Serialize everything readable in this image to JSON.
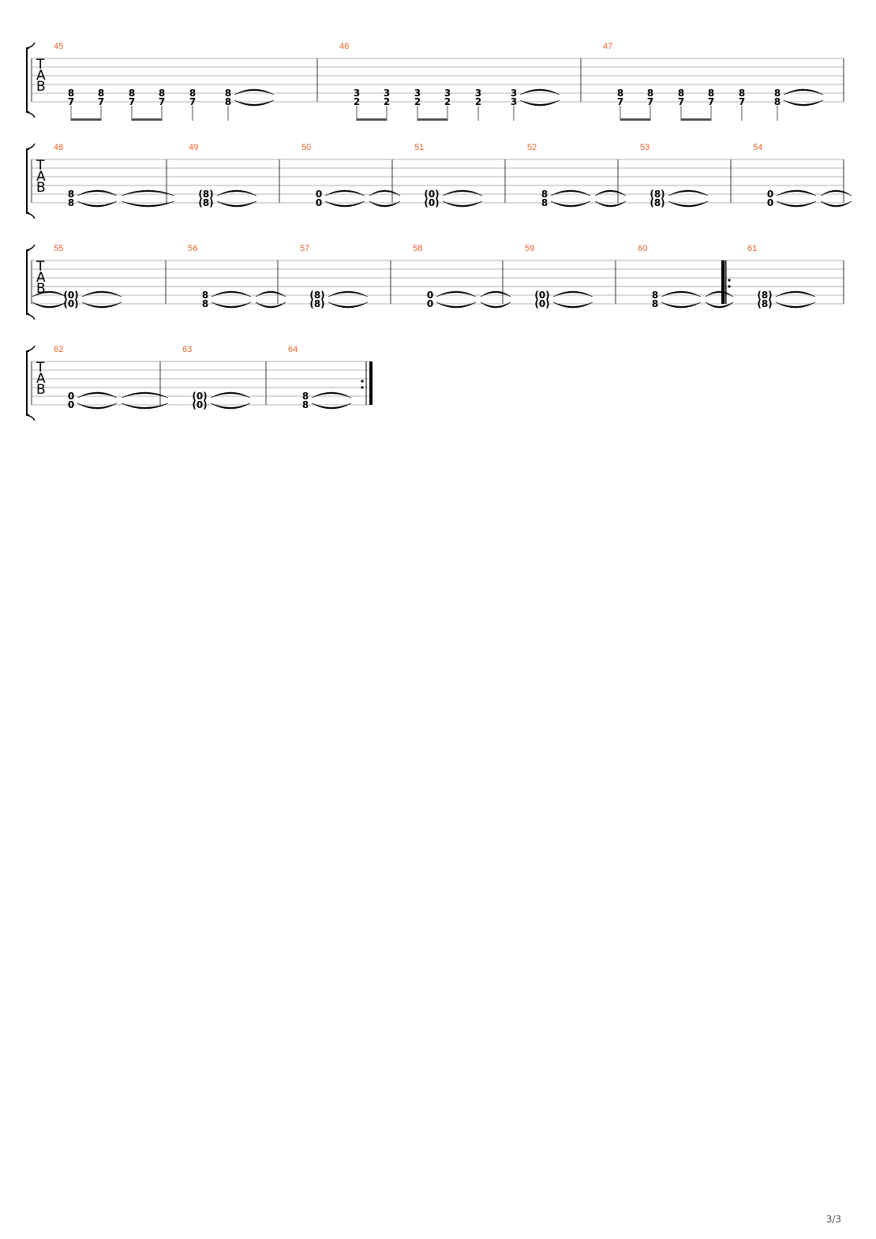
{
  "page": {
    "number": "3/3"
  },
  "colors": {
    "measure_number": "#e8622c",
    "ink": "#000000",
    "line": "#9a9a9a"
  },
  "clef_letters": [
    "T",
    "A",
    "B"
  ],
  "systems": [
    {
      "measures": [
        {
          "number": "45",
          "events": [
            {
              "upper": "8",
              "lower": "7"
            },
            {
              "upper": "8",
              "lower": "7"
            },
            {
              "upper": "8",
              "lower": "7"
            },
            {
              "upper": "8",
              "lower": "7"
            },
            {
              "upper": "8",
              "lower": "7"
            },
            {
              "upper": "8",
              "lower": "8",
              "tie": true
            }
          ],
          "beams": [
            [
              0,
              1
            ],
            [
              2,
              3
            ]
          ],
          "stems": [
            4,
            5
          ]
        },
        {
          "number": "46",
          "events": [
            {
              "upper": "3",
              "lower": "2"
            },
            {
              "upper": "3",
              "lower": "2"
            },
            {
              "upper": "3",
              "lower": "2"
            },
            {
              "upper": "3",
              "lower": "2"
            },
            {
              "upper": "3",
              "lower": "2"
            },
            {
              "upper": "3",
              "lower": "3",
              "tie": true
            }
          ],
          "beams": [
            [
              0,
              1
            ],
            [
              2,
              3
            ]
          ],
          "stems": [
            4,
            5
          ]
        },
        {
          "number": "47",
          "events": [
            {
              "upper": "8",
              "lower": "7"
            },
            {
              "upper": "8",
              "lower": "7"
            },
            {
              "upper": "8",
              "lower": "7"
            },
            {
              "upper": "8",
              "lower": "7"
            },
            {
              "upper": "8",
              "lower": "7"
            },
            {
              "upper": "8",
              "lower": "8",
              "tie": true
            }
          ],
          "beams": [
            [
              0,
              1
            ],
            [
              2,
              3
            ]
          ],
          "stems": [
            4,
            5
          ]
        }
      ]
    },
    {
      "measures": [
        {
          "number": "48",
          "events": [
            {
              "upper": "8",
              "lower": "8",
              "tie": true,
              "long_tie": true
            }
          ]
        },
        {
          "number": "49",
          "events": [
            {
              "upper": "(8)",
              "lower": "(8)",
              "tie": true
            }
          ]
        },
        {
          "number": "50",
          "events": [
            {
              "upper": "0",
              "lower": "0",
              "tie": true,
              "long_tie": true
            }
          ]
        },
        {
          "number": "51",
          "events": [
            {
              "upper": "(0)",
              "lower": "(0)",
              "tie": true
            }
          ]
        },
        {
          "number": "52",
          "events": [
            {
              "upper": "8",
              "lower": "8",
              "tie": true,
              "long_tie": true
            }
          ]
        },
        {
          "number": "53",
          "events": [
            {
              "upper": "(8)",
              "lower": "(8)",
              "tie": true
            }
          ]
        },
        {
          "number": "54",
          "events": [
            {
              "upper": "0",
              "lower": "0",
              "tie": true,
              "long_tie": true
            }
          ]
        }
      ]
    },
    {
      "incoming_tie": true,
      "measures": [
        {
          "number": "55",
          "events": [
            {
              "upper": "(0)",
              "lower": "(0)",
              "tie": true
            }
          ]
        },
        {
          "number": "56",
          "events": [
            {
              "upper": "8",
              "lower": "8",
              "tie": true,
              "long_tie": true
            }
          ]
        },
        {
          "number": "57",
          "events": [
            {
              "upper": "(8)",
              "lower": "(8)",
              "tie": true
            }
          ]
        },
        {
          "number": "58",
          "events": [
            {
              "upper": "0",
              "lower": "0",
              "tie": true,
              "long_tie": true
            }
          ]
        },
        {
          "number": "59",
          "events": [
            {
              "upper": "(0)",
              "lower": "(0)",
              "tie": true
            }
          ]
        },
        {
          "number": "60",
          "events": [
            {
              "upper": "8",
              "lower": "8",
              "tie": true,
              "long_tie": true
            }
          ]
        },
        {
          "number": "61",
          "repeat_start": true,
          "events": [
            {
              "upper": "(8)",
              "lower": "(8)",
              "tie": true
            }
          ]
        }
      ]
    },
    {
      "measures": [
        {
          "number": "62",
          "events": [
            {
              "upper": "0",
              "lower": "0",
              "tie": true,
              "long_tie": true
            }
          ]
        },
        {
          "number": "63",
          "events": [
            {
              "upper": "(0)",
              "lower": "(0)",
              "tie": true
            }
          ]
        },
        {
          "number": "64",
          "repeat_end": true,
          "events": [
            {
              "upper": "8",
              "lower": "8",
              "tie": true
            }
          ]
        }
      ]
    }
  ]
}
